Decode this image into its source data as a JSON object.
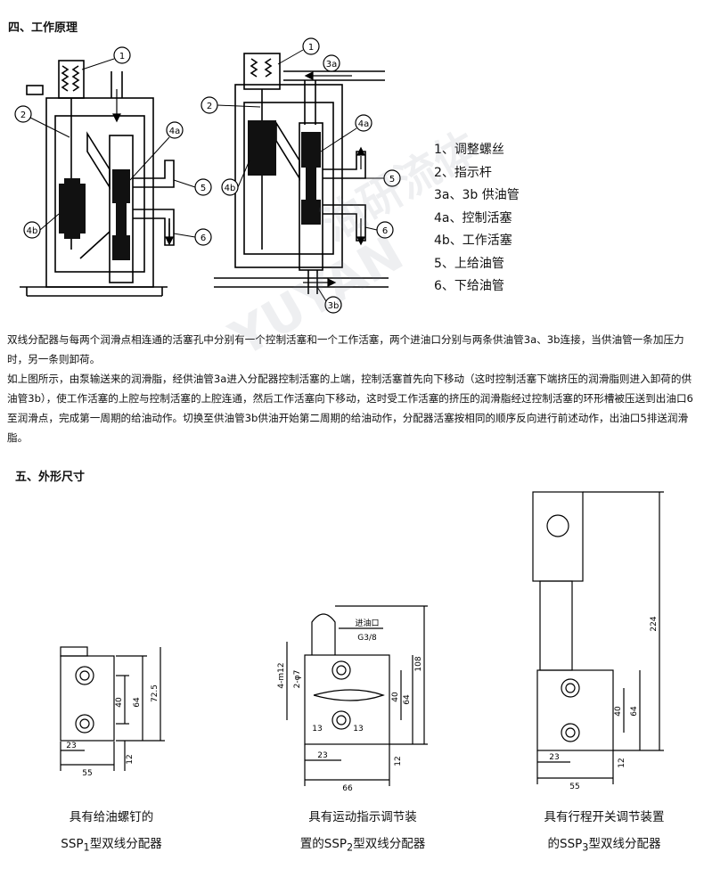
{
  "section4": {
    "title": "四、工作原理"
  },
  "legend": [
    "1、调整螺丝",
    "2、指示杆",
    "3a、3b 供油管",
    "4a、控制活塞",
    "4b、工作活塞",
    "5、上给油管",
    "6、下给油管"
  ],
  "diagram_labels": {
    "l1": "1",
    "l2": "2",
    "l3a": "3a",
    "l3b": "3b",
    "l4a": "4a",
    "l4b": "4b",
    "l5": "5",
    "l6": "6"
  },
  "para1": "双线分配器与每两个润滑点相连通的活塞孔中分别有一个控制活塞和一个工作活塞，两个进油口分别与两条供油管3a、3b连接，当供油管一条加压力时，另一条则卸荷。",
  "para2": "如上图所示，由泵输送来的润滑脂，经供油管3a进入分配器控制活塞的上端，控制活塞首先向下移动（这时控制活塞下端挤压的润滑脂则进入卸荷的供油管3b），使工作活塞的上腔与控制活塞的上腔连通，然后工作活塞向下移动，这时受工作活塞的挤压的润滑脂经过控制活塞的环形槽被压送到出油口6至润滑点，完成第一周期的给油动作。切换至供油管3b供油开始第二周期的给油动作，分配器活塞按相同的顺序反向进行前述动作，出油口5排送润滑脂。",
  "section5": {
    "title": "五、外形尺寸"
  },
  "dims": {
    "d1": {
      "w23": "23",
      "w55": "55",
      "h40": "40",
      "h64": "64",
      "h725": "72.5",
      "h12": "12"
    },
    "d2": {
      "inlet": "进油口",
      "g": "G3/8",
      "m12": "4-m12",
      "s27": "2-φ7",
      "h40": "40",
      "h64": "64",
      "h108": "108",
      "w13a": "13",
      "w13b": "13",
      "w23": "23",
      "w66": "66",
      "h12": "12"
    },
    "d3": {
      "h224": "224",
      "h40": "40",
      "h64": "64",
      "w23": "23",
      "w55": "55",
      "h12": "12"
    }
  },
  "captions": {
    "c1a": "具有给油螺钉的",
    "c1b": "SSP",
    "c1sub": "1",
    "c1c": "型双线分配器",
    "c2a": "具有运动指示调节装",
    "c2b": "置的SSP",
    "c2sub": "2",
    "c2c": "型双线分配器",
    "c3a": "具有行程开关调节装置",
    "c3b": "的SSP",
    "c3sub": "3",
    "c3c": "型双线分配器"
  },
  "watermark": {
    "a": "油研流体",
    "b": "YUYAN"
  }
}
